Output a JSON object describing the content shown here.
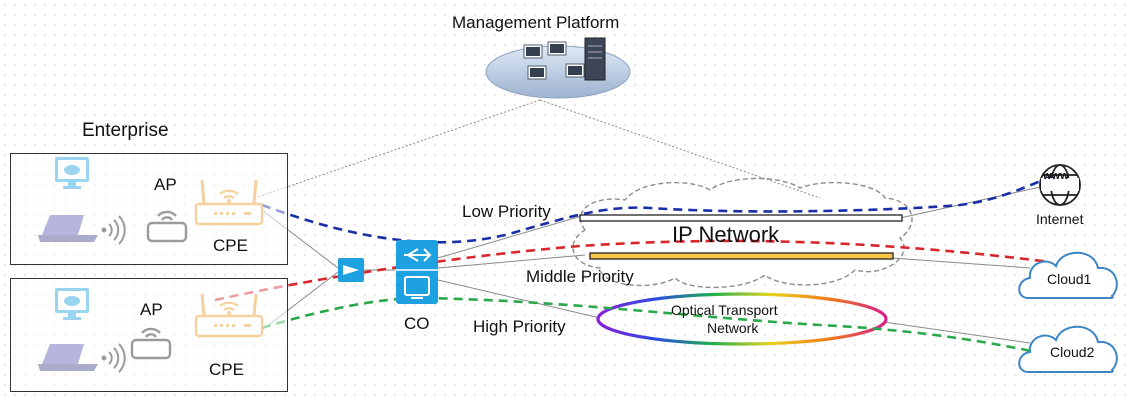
{
  "labels": {
    "management_platform": "Management Platform",
    "enterprise": "Enterprise",
    "ap_top": "AP",
    "ap_bottom": "AP",
    "cpe_top": "CPE",
    "cpe_bottom": "CPE",
    "co": "CO",
    "low_priority": "Low Priority",
    "middle_priority": "Middle Priority",
    "high_priority": "High Priority",
    "ip_network": "IP Network",
    "otn_line1": "Optical Transport",
    "otn_line2": "Network",
    "internet": "Internet",
    "internet_globe_text": "www",
    "cloud1": "Cloud1",
    "cloud2": "Cloud2"
  },
  "colors": {
    "low_priority_path": "#1a2ea8",
    "middle_priority_path": "#d8262b",
    "high_priority_path": "#2aa84a",
    "cpe": "#e8992a",
    "co": "#1ea1e0",
    "cloud": "#3c86c6",
    "ip_pipe": "#f4c542"
  },
  "icons": {
    "monitor": "monitor-icon",
    "laptop": "laptop-icon",
    "wireless": "wireless-signal-icon",
    "ap": "access-point-icon",
    "cpe": "cpe-router-icon",
    "splitter": "optical-splitter-icon",
    "co": "co-switch-icon",
    "management": "management-servers-icon",
    "internet": "globe-icon",
    "cloud": "cloud-icon"
  }
}
